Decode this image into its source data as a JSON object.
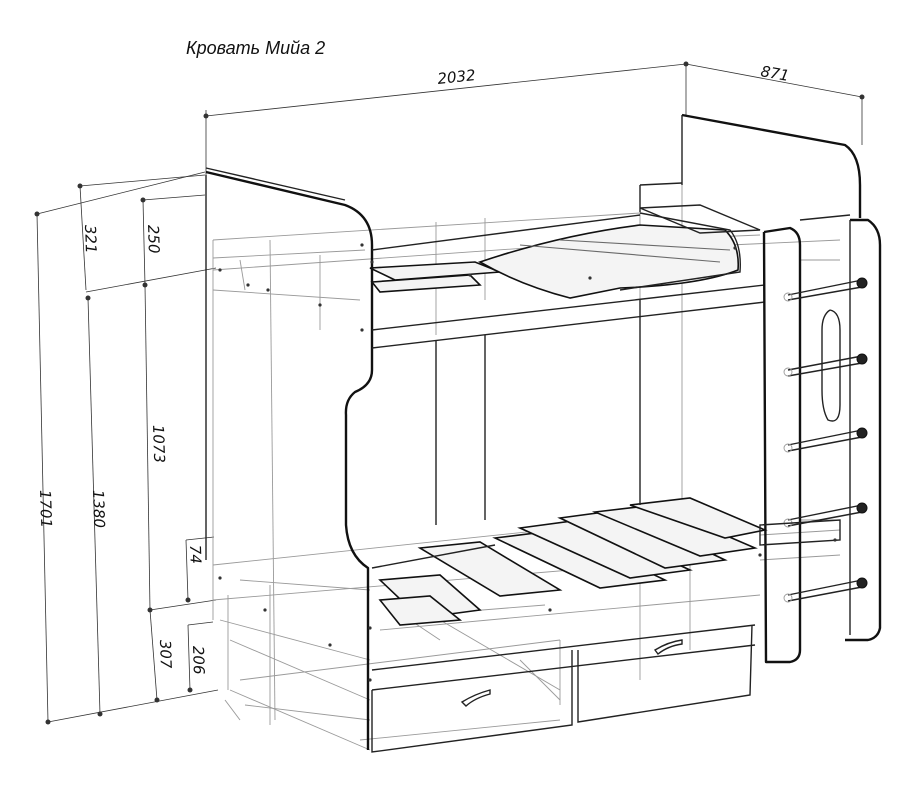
{
  "title": "Кровать Мийа 2",
  "dimensions": {
    "length": "2032",
    "depth": "871",
    "total_height": "1701",
    "upper_height": "1380",
    "top_headboard": "321",
    "top_rail": "250",
    "upper_to_lower": "1073",
    "lower_rail": "74",
    "lower_height": "307",
    "drawer_height": "206"
  },
  "colors": {
    "line": "#111111",
    "hidden_line": "#9a9a9a",
    "background": "#ffffff"
  }
}
